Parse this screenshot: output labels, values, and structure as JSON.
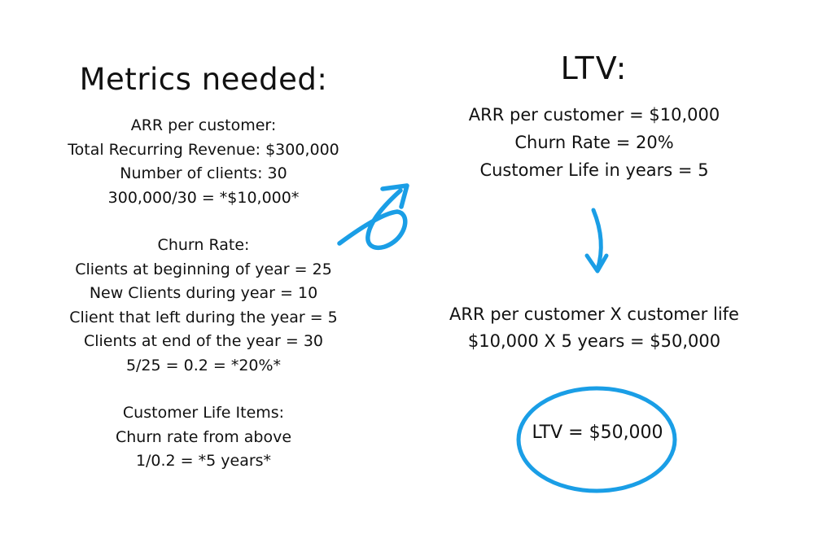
{
  "colors": {
    "ink": "#111111",
    "accent": "#1a9ee6",
    "background": "#ffffff"
  },
  "metrics_panel": {
    "title": "Metrics needed:",
    "arr_section": {
      "heading": "ARR per customer:",
      "lines": [
        "Total Recurring Revenue: $300,000",
        "Number of clients: 30",
        "300,000/30 = *$10,000*"
      ]
    },
    "churn_section": {
      "heading": "Churn Rate:",
      "lines": [
        "Clients at beginning of year = 25",
        "New Clients during year = 10",
        "Client that left during the year = 5",
        "Clients at end of the year = 30",
        "5/25 = 0.2 = *20%*"
      ]
    },
    "life_section": {
      "heading": "Customer Life Items:",
      "lines": [
        "Churn rate from above",
        "1/0.2 = *5 years*"
      ]
    }
  },
  "ltv_panel": {
    "title": "LTV:",
    "inputs": [
      "ARR per customer = $10,000",
      "Churn Rate = 20%",
      "Customer Life in years = 5"
    ],
    "formula": [
      "ARR per customer X customer life",
      "$10,000 X 5 years = $50,000"
    ],
    "result": "LTV = $50,000"
  }
}
